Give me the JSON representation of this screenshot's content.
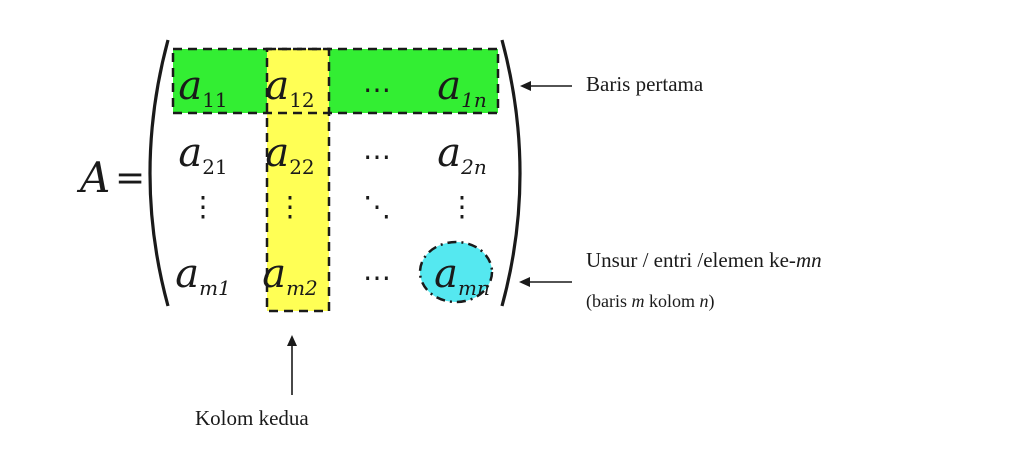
{
  "matrix": {
    "name": "A",
    "equals": "=",
    "rows": [
      [
        {
          "base": "a",
          "sub": "11",
          "sub_italic": false
        },
        {
          "base": "a",
          "sub": "12",
          "sub_italic": false
        },
        {
          "base": "⋯",
          "sub": "",
          "sub_italic": false
        },
        {
          "base": "a",
          "sub": "1n",
          "sub_italic": true
        }
      ],
      [
        {
          "base": "a",
          "sub": "21",
          "sub_italic": false
        },
        {
          "base": "a",
          "sub": "22",
          "sub_italic": false
        },
        {
          "base": "⋯",
          "sub": "",
          "sub_italic": false
        },
        {
          "base": "a",
          "sub": "2n",
          "sub_italic": true
        }
      ],
      [
        {
          "base": "⋮",
          "sub": "",
          "sub_italic": false
        },
        {
          "base": "⋮",
          "sub": "",
          "sub_italic": false
        },
        {
          "base": "⋱",
          "sub": "",
          "sub_italic": false
        },
        {
          "base": "⋮",
          "sub": "",
          "sub_italic": false
        }
      ],
      [
        {
          "base": "a",
          "sub": "m1",
          "sub_italic": true
        },
        {
          "base": "a",
          "sub": "m2",
          "sub_italic": true
        },
        {
          "base": "⋯",
          "sub": "",
          "sub_italic": false
        },
        {
          "base": "a",
          "sub": "mn",
          "sub_italic": true
        }
      ]
    ]
  },
  "labels": {
    "row": "Baris pertama",
    "col": "Kolom kedua",
    "elem_line1_prefix": "Unsur / entri /elemen ke-",
    "elem_line1_var": "mn",
    "elem_line2_a": "(baris ",
    "elem_line2_m": "m",
    "elem_line2_b": " kolom ",
    "elem_line2_n": "n",
    "elem_line2_c": ")"
  },
  "colors": {
    "row_highlight": "#33ee33",
    "col_highlight": "#ffff55",
    "elem_highlight": "#55e8f0",
    "ink": "#1a1a1a"
  }
}
